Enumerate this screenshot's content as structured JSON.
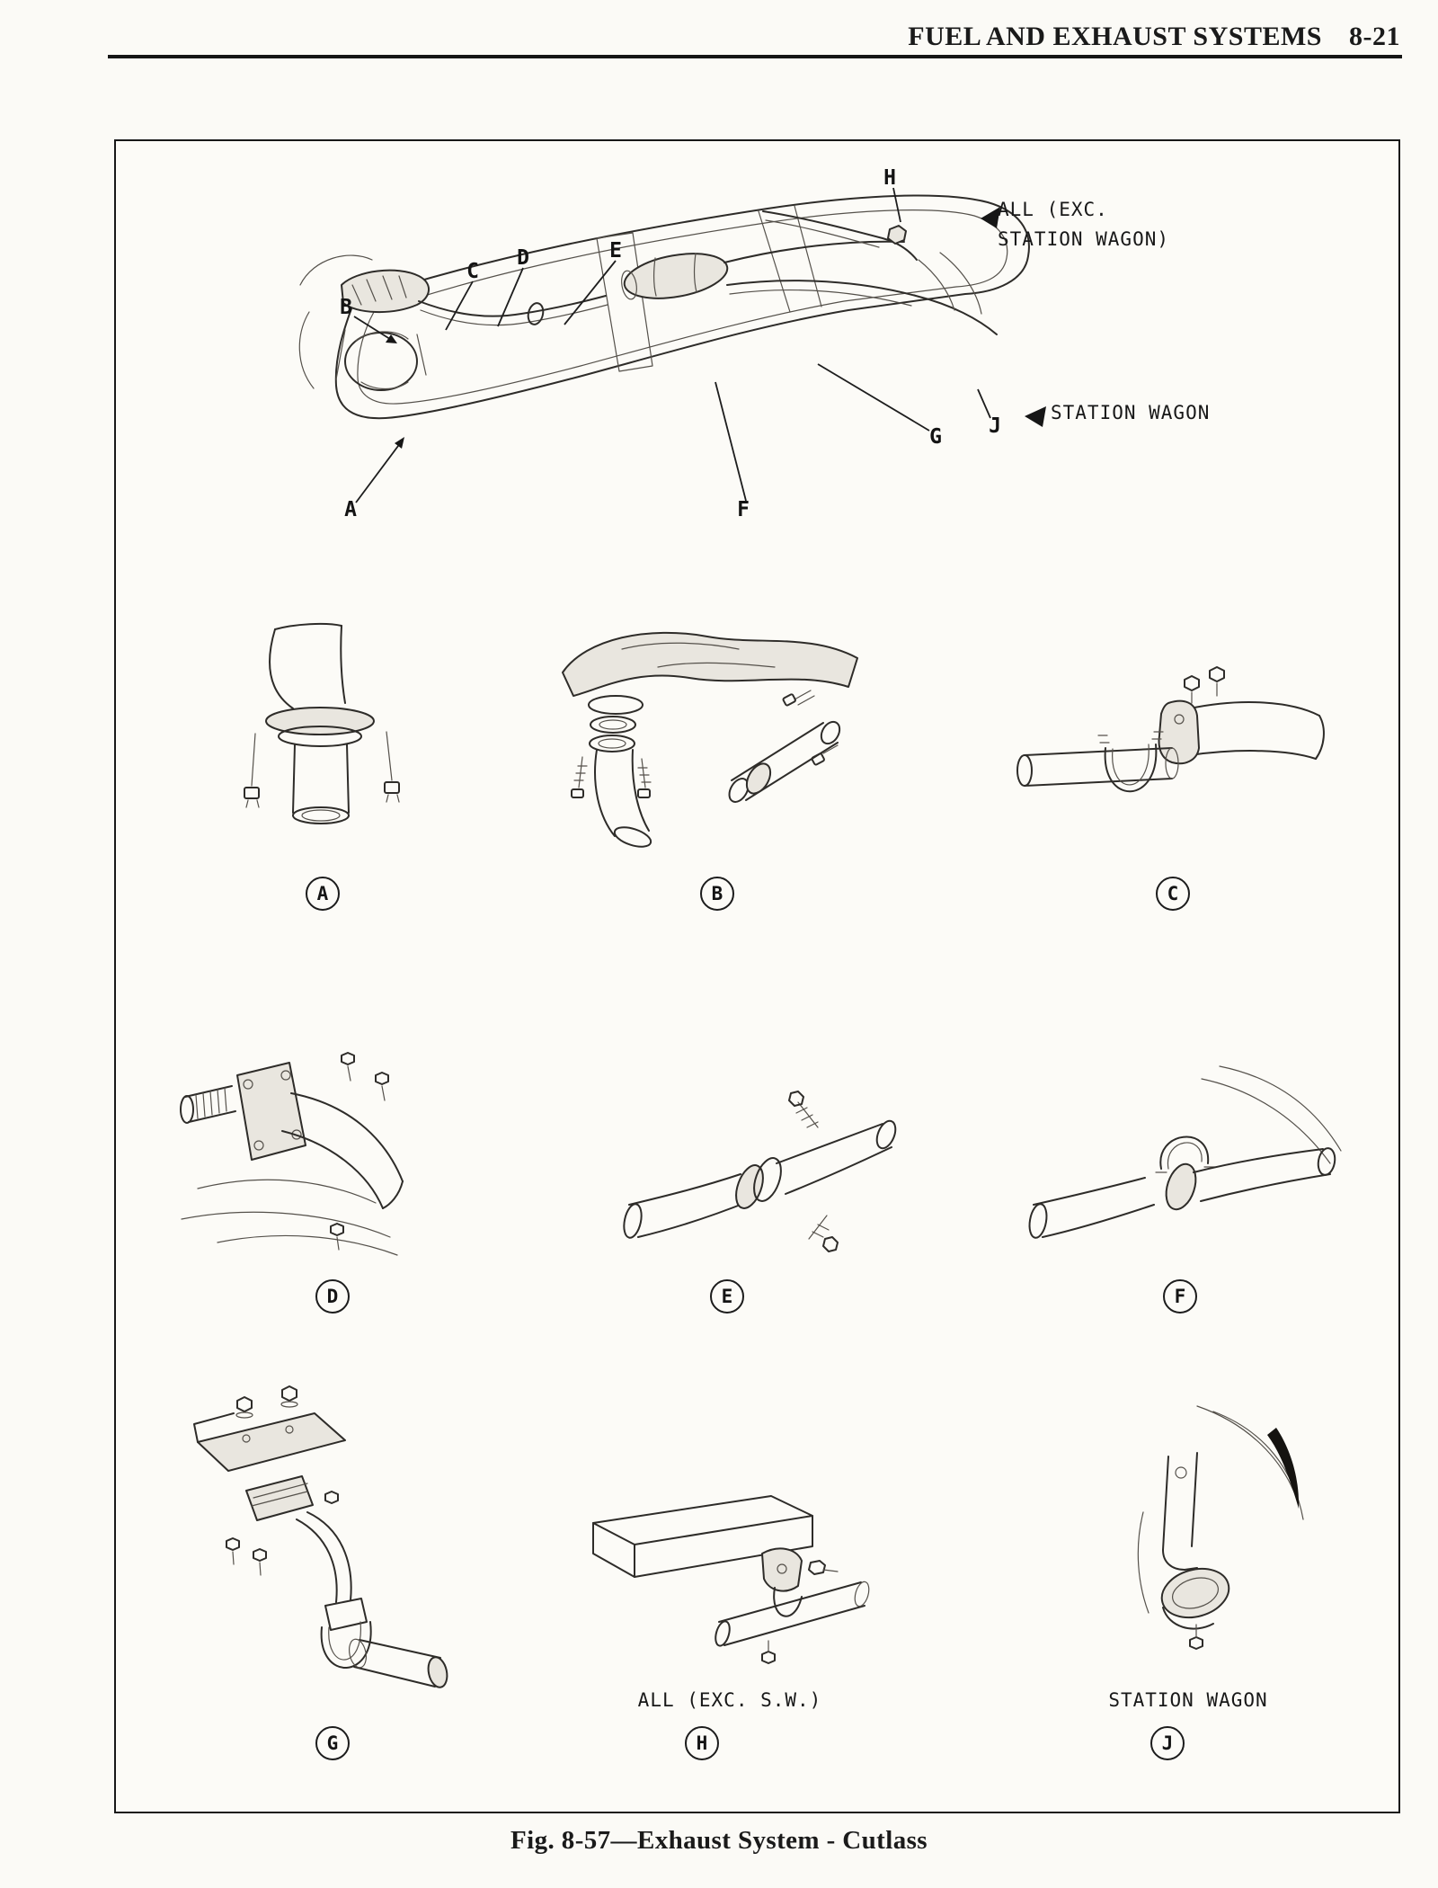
{
  "header": {
    "title": "FUEL AND EXHAUST SYSTEMS",
    "page_number": "8-21"
  },
  "overview": {
    "callouts": {
      "a": "A",
      "b": "B",
      "c": "C",
      "d": "D",
      "e": "E",
      "f": "F",
      "g": "G",
      "h": "H",
      "j": "J"
    },
    "note_all_line1": "ALL (EXC.",
    "note_all_line2": "STATION WAGON)",
    "note_wagon": "STATION WAGON"
  },
  "panels": {
    "a": {
      "label": "A"
    },
    "b": {
      "label": "B"
    },
    "c": {
      "label": "C"
    },
    "d": {
      "label": "D"
    },
    "e": {
      "label": "E"
    },
    "f": {
      "label": "F"
    },
    "g": {
      "label": "G"
    },
    "h": {
      "label": "H",
      "caption": "ALL (EXC.  S.W.)"
    },
    "j": {
      "label": "J",
      "caption": "STATION WAGON"
    }
  },
  "figure": {
    "caption": "Fig. 8-57—Exhaust System - Cutlass"
  }
}
